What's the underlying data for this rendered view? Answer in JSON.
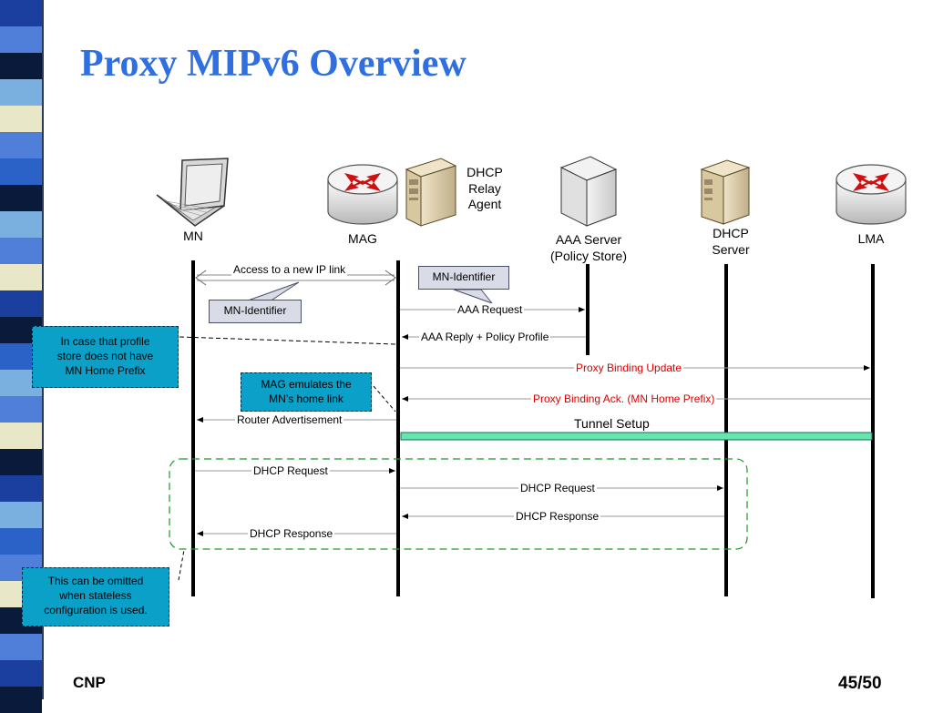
{
  "slide": {
    "title": "Proxy MIPv6 Overview",
    "footer_left": "CNP",
    "page_number": "45/50",
    "colors": {
      "title": "#2f6fe0",
      "note_fill": "#0aa0c8",
      "tunnel_fill": "#66e6a8",
      "red_text": "#e00000",
      "group_border": "#1a9a2a"
    },
    "strip_colors": [
      "#1a3f9e",
      "#4f7fd8",
      "#0a1a3a",
      "#7ab0e0",
      "#e8e8c8",
      "#2a62c8"
    ]
  },
  "entities": {
    "mn": {
      "label": "MN",
      "icon": "laptop-icon"
    },
    "mag": {
      "label": "MAG",
      "icon": "router-icon"
    },
    "dhcp_relay": {
      "label": "DHCP\nRelay\nAgent",
      "icon": "server-tower-icon"
    },
    "aaa": {
      "label": "AAA Server\n(Policy Store)",
      "icon": "server-box-icon"
    },
    "dhcp_server": {
      "label": "DHCP\nServer",
      "icon": "server-tower-icon"
    },
    "lma": {
      "label": "LMA",
      "icon": "router-icon"
    }
  },
  "messages": {
    "access": "Access to a new IP link",
    "aaa_request": "AAA Request",
    "aaa_reply": "AAA Reply + Policy Profile",
    "pbu": "Proxy Binding Update",
    "pba": "Proxy Binding Ack. (MN Home Prefix)",
    "router_adv": "Router Advertisement",
    "tunnel": "Tunnel Setup",
    "dhcp_request_1": "DHCP Request",
    "dhcp_request_2": "DHCP Request",
    "dhcp_response_1": "DHCP Response",
    "dhcp_response_2": "DHCP Response"
  },
  "callouts": {
    "mn_identifier_mag": "MN-Identifier",
    "mn_identifier_aaa": "MN-Identifier"
  },
  "notes": {
    "profile_store": "In case that profile\nstore does not have\nMN Home Prefix",
    "mag_emulates": "MAG emulates the\nMN’s home link",
    "stateless": "This can be omitted\nwhen stateless\nconfiguration is used."
  }
}
